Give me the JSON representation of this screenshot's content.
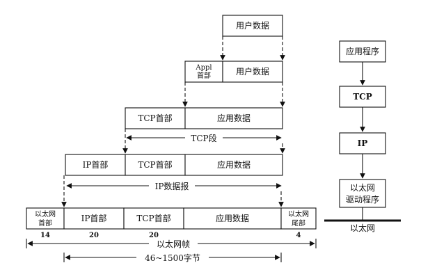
{
  "encapsulation": {
    "level1": {
      "user_data": "用户数据"
    },
    "level2": {
      "appl_header_line1": "Appl",
      "appl_header_line2": "首部",
      "user_data": "用户数据"
    },
    "level3": {
      "tcp_header": "TCP首部",
      "app_data": "应用数据",
      "span_label": "TCP段"
    },
    "level4": {
      "ip_header": "IP首部",
      "tcp_header": "TCP首部",
      "app_data": "应用数据",
      "span_label": "IP数据报"
    },
    "level5": {
      "eth_header_line1": "以太网",
      "eth_header_line2": "首部",
      "ip_header": "IP首部",
      "tcp_header": "TCP首部",
      "app_data": "应用数据",
      "eth_trailer_line1": "以太网",
      "eth_trailer_line2": "尾部",
      "size_eth_header": "14",
      "size_ip_header": "20",
      "size_tcp_header": "20",
      "size_eth_trailer": "4",
      "frame_label": "以太网帧",
      "payload_label": "46~1500字节"
    }
  },
  "stack": {
    "app": "应用程序",
    "tcp": "TCP",
    "ip": "IP",
    "driver_line1": "以太网",
    "driver_line2": "驱动程序",
    "network": "以太网"
  }
}
